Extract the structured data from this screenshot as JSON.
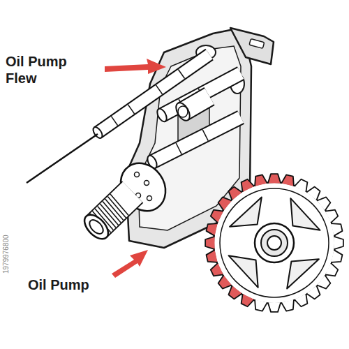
{
  "diagram": {
    "labels": [
      "Oil Pump Flew",
      "Oil Pump",
      "1979976800"
    ]
  }
}
